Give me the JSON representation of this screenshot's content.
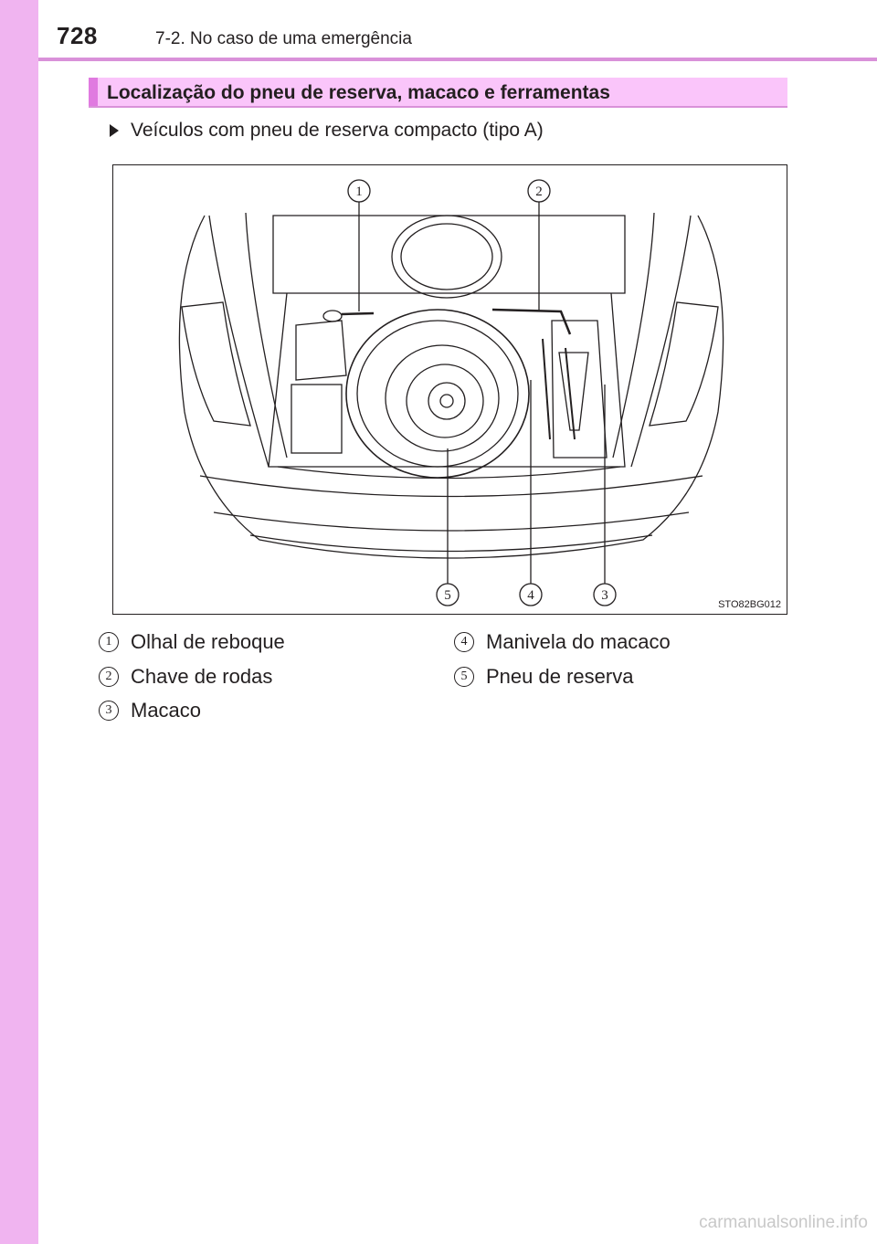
{
  "header": {
    "page_number": "728",
    "chapter": "7-2. No caso de uma emergência"
  },
  "section": {
    "title": "Localização do pneu de reserva, macaco e ferramentas"
  },
  "subheading": "Veículos com pneu de reserva compacto (tipo A)",
  "figure": {
    "code": "STO82BG012",
    "callouts": [
      "1",
      "2",
      "3",
      "4",
      "5"
    ]
  },
  "legend": {
    "items": [
      {
        "num": "1",
        "label": "Olhal de reboque"
      },
      {
        "num": "2",
        "label": "Chave de rodas"
      },
      {
        "num": "3",
        "label": "Macaco"
      },
      {
        "num": "4",
        "label": "Manivela do macaco"
      },
      {
        "num": "5",
        "label": "Pneu de reserva"
      }
    ]
  },
  "watermark": "carmanualsonline.info",
  "colors": {
    "side_tab": "#f0b4f0",
    "header_rule": "#d991d9",
    "section_bar": "#fac5fa",
    "section_accent": "#e07ae0"
  }
}
